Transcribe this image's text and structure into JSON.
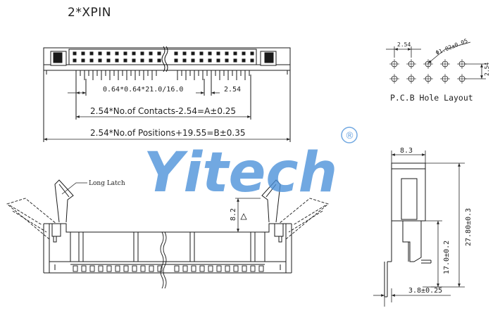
{
  "header": {
    "title": "2*XPIN"
  },
  "top_view": {
    "dim_pitch_detail": "0.64*0.64*21.0/16.0",
    "dim_pitch": "2.54",
    "dim_a": "2.54*No.of Contacts-2.54=A±0.25",
    "dim_b": "2.54*No.of Positions+19.55=B±0.35"
  },
  "pcb_layout": {
    "label": "P.C.B Hole Layout",
    "dim_pitch_h": "2.54",
    "dim_pitch_v": "2.54",
    "dim_hole": "Φ1.02±0.05",
    "rows": 2,
    "cols": 5
  },
  "front_view": {
    "latch_label": "Long Latch",
    "dim_height": "8.2"
  },
  "side_view": {
    "dim_width": "8.3",
    "dim_total_height": "27.80±0.3",
    "dim_lower_height": "17.0±0.2",
    "dim_bottom": "3.8±0.25"
  },
  "watermark": {
    "text": "Yitech",
    "mark": "®",
    "color": "#4a90d9"
  },
  "colors": {
    "line": "#1a1a1a",
    "dim": "#333333"
  }
}
